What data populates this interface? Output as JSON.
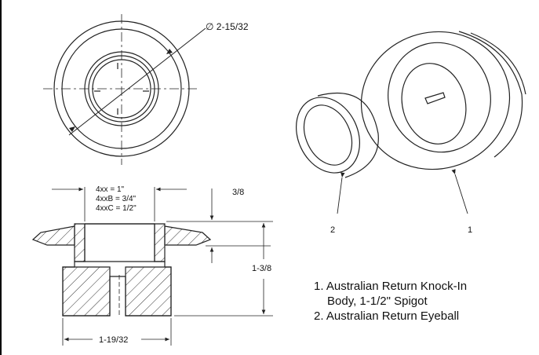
{
  "dimensions": {
    "diameter_symbol": "∅",
    "diameter": "2-15/32",
    "size_line1": "4xx = 1\"",
    "size_line2": "4xxB = 3/4\"",
    "size_line3": "4xxC = 1/2\"",
    "top_offset": "3/8",
    "overall_height": "1-3/8",
    "base_width": "1-19/32"
  },
  "callouts": {
    "eyeball": "2",
    "body": "1"
  },
  "parts_list": [
    {
      "line1": "1. Australian Return Knock-In",
      "line2": "Body, 1-1/2\" Spigot"
    },
    {
      "line1": "2. Australian Return Eyeball",
      "line2": ""
    }
  ]
}
